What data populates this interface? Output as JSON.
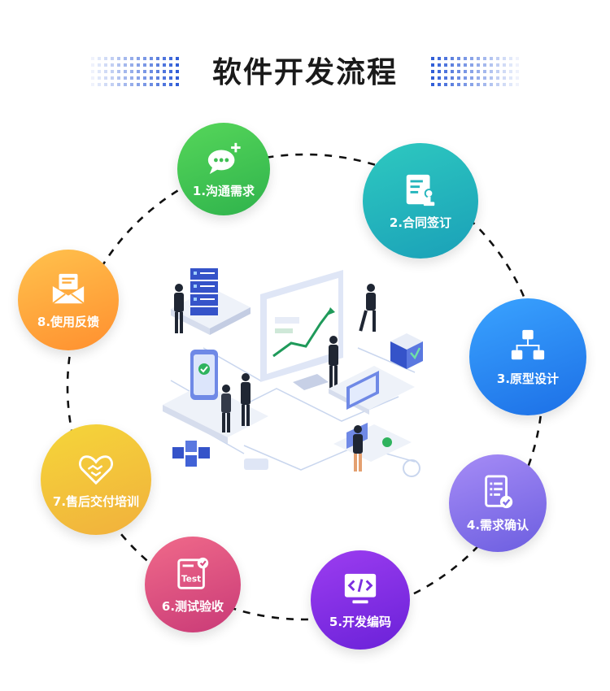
{
  "title": "软件开发流程",
  "colors": {
    "title_dots": "#2d5bd6",
    "dashed_ring": "#111111"
  },
  "steps": [
    {
      "label": "1.沟通需求",
      "icon": "chat-bubbles-plus-icon"
    },
    {
      "label": "2.合同签订",
      "icon": "contract-stamp-icon"
    },
    {
      "label": "3.原型设计",
      "icon": "hierarchy-diagram-icon"
    },
    {
      "label": "4.需求确认",
      "icon": "checklist-check-icon"
    },
    {
      "label": "5.开发编码",
      "icon": "code-monitor-icon"
    },
    {
      "label": "6.测试验收",
      "icon": "test-clipboard-icon"
    },
    {
      "label": "7.售后交付培训",
      "icon": "handshake-heart-icon"
    },
    {
      "label": "8.使用反馈",
      "icon": "envelope-icon"
    }
  ],
  "illustration": {
    "icon": "isometric-software-team-illustration"
  }
}
